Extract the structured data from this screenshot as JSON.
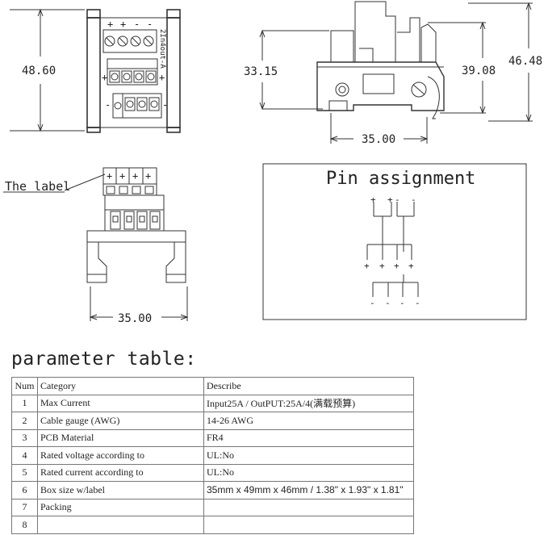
{
  "dimensions": {
    "top_height": "48.60",
    "side_height_inner": "33.15",
    "side_height_mid": "39.08",
    "side_height_outer": "46.48",
    "side_width": "35.00",
    "bottom_width": "35.00"
  },
  "top_view": {
    "top_terminal_signs": [
      "+",
      "+",
      "-",
      "-"
    ],
    "middle_left_sign": "+",
    "middle_right_sign": "+",
    "bottom_left_sign": "-",
    "bottom_right_sign": "-",
    "pcb_text": "2In4out-A"
  },
  "label_callout": "The label",
  "bottom_view": {
    "terminal_signs": [
      "+",
      "+",
      "+",
      "+"
    ]
  },
  "pin_assignment": {
    "title": "Pin assignment",
    "input_signs": [
      "+",
      "+",
      "-",
      "-"
    ],
    "output_plus_signs": [
      "+",
      "+",
      "+",
      "+"
    ],
    "output_minus_signs": [
      "-",
      "-",
      "-",
      "-"
    ]
  },
  "parameter_table": {
    "title": "parameter table:",
    "headers": [
      "Num",
      "Category",
      "Describe"
    ],
    "rows": [
      {
        "num": "1",
        "category": "Max Current",
        "describe": "Input25A / OutPUT:25A/4(满载预算)"
      },
      {
        "num": "2",
        "category": "Cable gauge (AWG)",
        "describe": "14-26 AWG"
      },
      {
        "num": "3",
        "category": "PCB Material",
        "describe": "FR4"
      },
      {
        "num": "4",
        "category": "Rated voltage according to",
        "describe": "UL:No"
      },
      {
        "num": "5",
        "category": "Rated current according to",
        "describe": "UL:No"
      },
      {
        "num": "6",
        "category": "Box size w/label",
        "describe": "35mm x 49mm x 46mm / 1.38\" x 1.93\" x 1.81\""
      },
      {
        "num": "7",
        "category": "Packing",
        "describe": ""
      },
      {
        "num": "8",
        "category": "",
        "describe": ""
      }
    ]
  }
}
